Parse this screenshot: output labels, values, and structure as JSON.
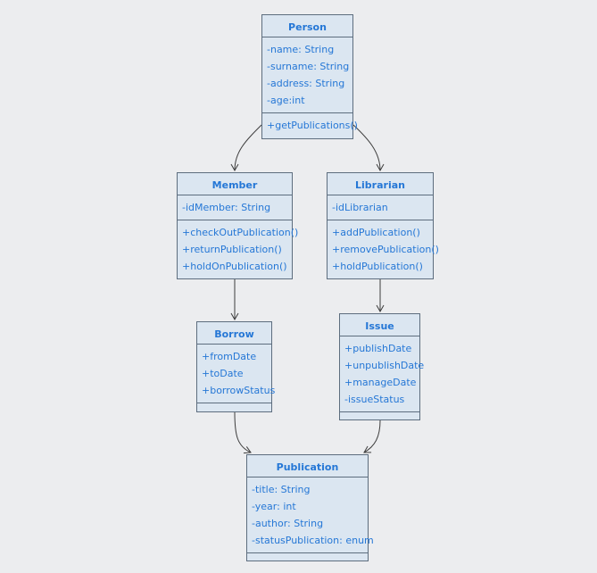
{
  "classes": [
    {
      "id": "person",
      "name": "Person",
      "attributes": [
        "-name: String",
        "-surname: String",
        "-address: String",
        "-age:int"
      ],
      "methods": [
        "+getPublications()"
      ]
    },
    {
      "id": "member",
      "name": "Member",
      "attributes": [
        "-idMember: String"
      ],
      "methods": [
        "+checkOutPublication()",
        "+returnPublication()",
        "+holdOnPublication()"
      ]
    },
    {
      "id": "librarian",
      "name": "Librarian",
      "attributes": [
        "-idLibrarian"
      ],
      "methods": [
        "+addPublication()",
        "+removePublication()",
        "+holdPublication()"
      ]
    },
    {
      "id": "borrow",
      "name": "Borrow",
      "attributes": [
        "+fromDate",
        "+toDate",
        "+borrowStatus"
      ],
      "methods": []
    },
    {
      "id": "issue",
      "name": "Issue",
      "attributes": [
        "+publishDate",
        "+unpublishDate",
        "+manageDate",
        "-issueStatus"
      ],
      "methods": []
    },
    {
      "id": "publication",
      "name": "Publication",
      "attributes": [
        "-title: String",
        "-year: int",
        "-author: String",
        "-statusPublication: enum"
      ],
      "methods": []
    }
  ],
  "relations": [
    {
      "from": "person",
      "to": "member"
    },
    {
      "from": "person",
      "to": "librarian"
    },
    {
      "from": "member",
      "to": "borrow"
    },
    {
      "from": "librarian",
      "to": "issue"
    },
    {
      "from": "borrow",
      "to": "publication"
    },
    {
      "from": "issue",
      "to": "publication"
    }
  ],
  "colors": {
    "background": "#ecedef",
    "box_fill": "#dbe6f1",
    "box_border": "#5d6d7e",
    "text": "#2577d6",
    "edge": "#3d3d3d"
  }
}
